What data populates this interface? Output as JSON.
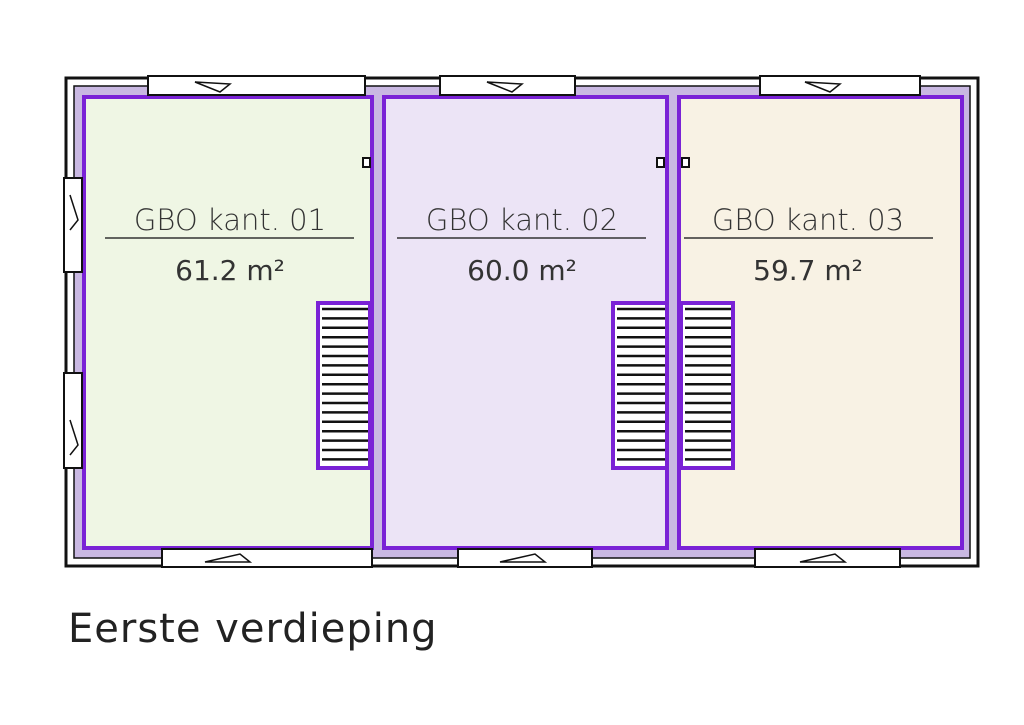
{
  "plan": {
    "title": "Eerste verdieping",
    "rooms": [
      {
        "name": "GBO kant. 01",
        "area": "61.2 m²",
        "fill": "#eff6e4"
      },
      {
        "name": "GBO kant. 02",
        "area": "60.0 m²",
        "fill": "#ece4f6"
      },
      {
        "name": "GBO kant. 03",
        "area": "59.7 m²",
        "fill": "#f8f2e4"
      }
    ]
  },
  "colors": {
    "outline": "#7a22d6",
    "partition": "#c9b8e2",
    "wall": "#111111"
  }
}
